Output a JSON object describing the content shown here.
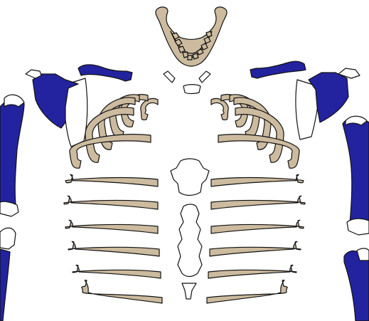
{
  "colors": {
    "bone_tan": "#cdbb9f",
    "highlight_blue": "#2323a0",
    "bone_white": "#ffffff",
    "outline": "#111111",
    "background": "#ffffff"
  },
  "diagram": {
    "subject": "skeleton-upper-body-exploded",
    "labels": [],
    "bones": [
      {
        "id": "mandible",
        "color": "bone_tan"
      },
      {
        "id": "hyoid",
        "color": "bone_white"
      },
      {
        "id": "sternum-manubrium",
        "color": "bone_white"
      },
      {
        "id": "sternum-body",
        "color": "bone_white"
      },
      {
        "id": "xiphoid-process",
        "color": "bone_white"
      },
      {
        "id": "ribs-left",
        "color": "bone_tan",
        "count": 12
      },
      {
        "id": "ribs-right",
        "color": "bone_tan",
        "count": 12
      },
      {
        "id": "clavicle-left",
        "color": "highlight_blue"
      },
      {
        "id": "clavicle-right",
        "color": "highlight_blue"
      },
      {
        "id": "scapula-left",
        "color": "highlight_blue"
      },
      {
        "id": "scapula-right",
        "color": "highlight_blue"
      },
      {
        "id": "humerus-left",
        "color": "highlight_blue"
      },
      {
        "id": "humerus-right",
        "color": "highlight_blue"
      },
      {
        "id": "forearm-left",
        "color": "highlight_blue"
      },
      {
        "id": "forearm-right",
        "color": "highlight_blue"
      }
    ]
  }
}
